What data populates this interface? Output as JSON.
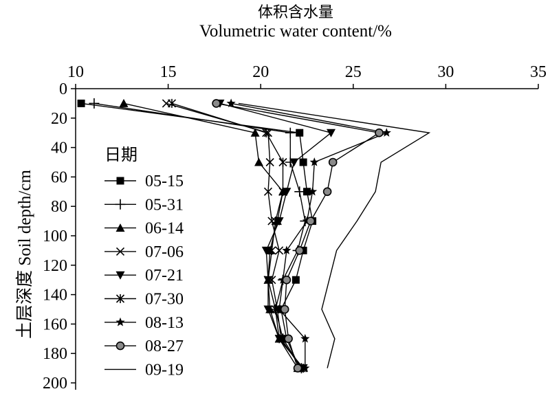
{
  "chart_data": {
    "type": "line",
    "title_zh": "体积含水量",
    "title_en": "Volumetric water content/%",
    "ylabel": "土层深度 Soil depth/cm",
    "legend_title": "日期",
    "xlim": [
      10,
      35
    ],
    "ylim": [
      0,
      200
    ],
    "x_ticks": [
      "10",
      "15",
      "20",
      "25",
      "30",
      "35"
    ],
    "y_ticks": [
      "0",
      "20",
      "40",
      "60",
      "80",
      "100",
      "120",
      "140",
      "160",
      "180",
      "200"
    ],
    "depths": [
      10,
      30,
      50,
      70,
      90,
      110,
      130,
      150,
      170,
      190
    ],
    "series": [
      {
        "name": "05-15",
        "marker": "square",
        "values": [
          10.3,
          22.1,
          22.3,
          22.5,
          22.8,
          22.3,
          21.9,
          21.1,
          21.4,
          22.1
        ]
      },
      {
        "name": "05-31",
        "marker": "plus",
        "values": [
          11.0,
          21.6,
          21.6,
          22.1,
          22.4,
          22.0,
          21.2,
          20.8,
          21.2,
          22.2
        ]
      },
      {
        "name": "06-14",
        "marker": "triangle-up",
        "values": [
          12.6,
          19.7,
          19.9,
          21.2,
          20.9,
          20.5,
          20.4,
          20.5,
          21.0,
          22.0
        ]
      },
      {
        "name": "07-06",
        "marker": "cross",
        "values": [
          14.9,
          20.4,
          20.5,
          20.4,
          20.6,
          21.0,
          20.6,
          20.9,
          21.1,
          22.2
        ]
      },
      {
        "name": "07-21",
        "marker": "triangle-down",
        "values": [
          17.8,
          23.8,
          21.8,
          21.4,
          21.0,
          20.3,
          20.4,
          20.4,
          21.0,
          22.3
        ]
      },
      {
        "name": "07-30",
        "marker": "asterisk",
        "values": [
          15.2,
          20.3,
          21.2,
          21.2,
          20.8,
          20.6,
          20.4,
          20.8,
          21.0,
          22.3
        ]
      },
      {
        "name": "08-13",
        "marker": "star",
        "values": [
          18.4,
          26.8,
          22.9,
          22.8,
          22.5,
          21.4,
          21.2,
          21.0,
          22.4,
          22.4
        ]
      },
      {
        "name": "08-27",
        "marker": "circle",
        "values": [
          17.6,
          26.4,
          23.9,
          23.6,
          22.7,
          22.1,
          21.4,
          21.3,
          21.5,
          22.0
        ]
      },
      {
        "name": "09-19",
        "marker": "none",
        "values": [
          18.8,
          29.1,
          26.5,
          26.2,
          25.2,
          24.1,
          23.7,
          23.3,
          24.0,
          23.6
        ]
      }
    ]
  }
}
